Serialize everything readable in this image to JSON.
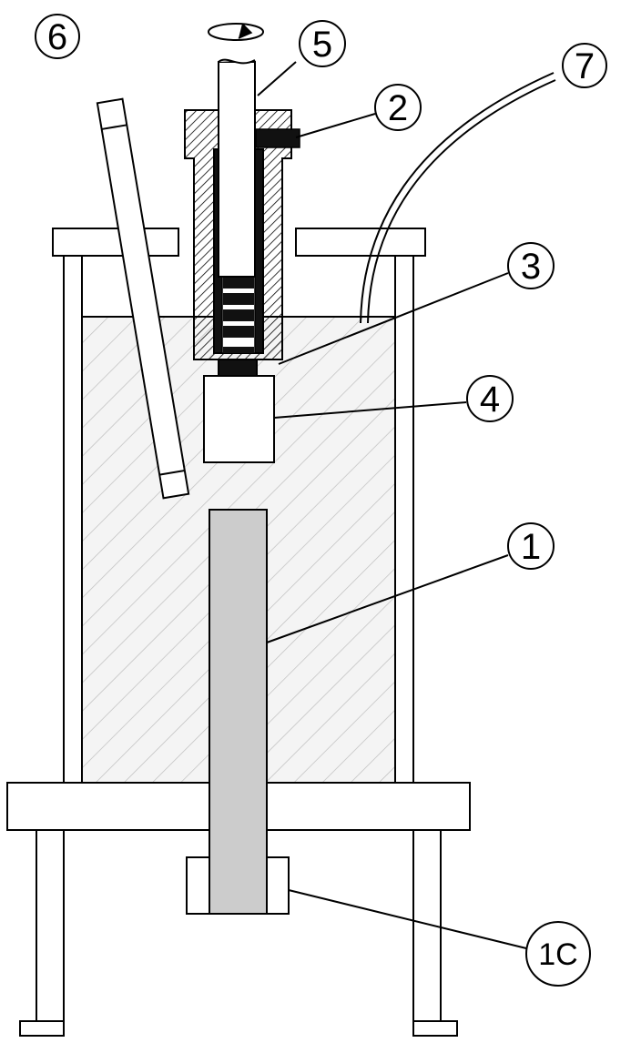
{
  "labels": {
    "l1": "1",
    "l1c": "1C",
    "l2": "2",
    "l3": "3",
    "l4": "4",
    "l5": "5",
    "l6": "6",
    "l7": "7"
  },
  "colors": {
    "line": "#000000",
    "rod": "#cccccc",
    "hatch": "#bdbdbd",
    "liquid_bg": "#f4f4f4",
    "background": "#ffffff"
  }
}
